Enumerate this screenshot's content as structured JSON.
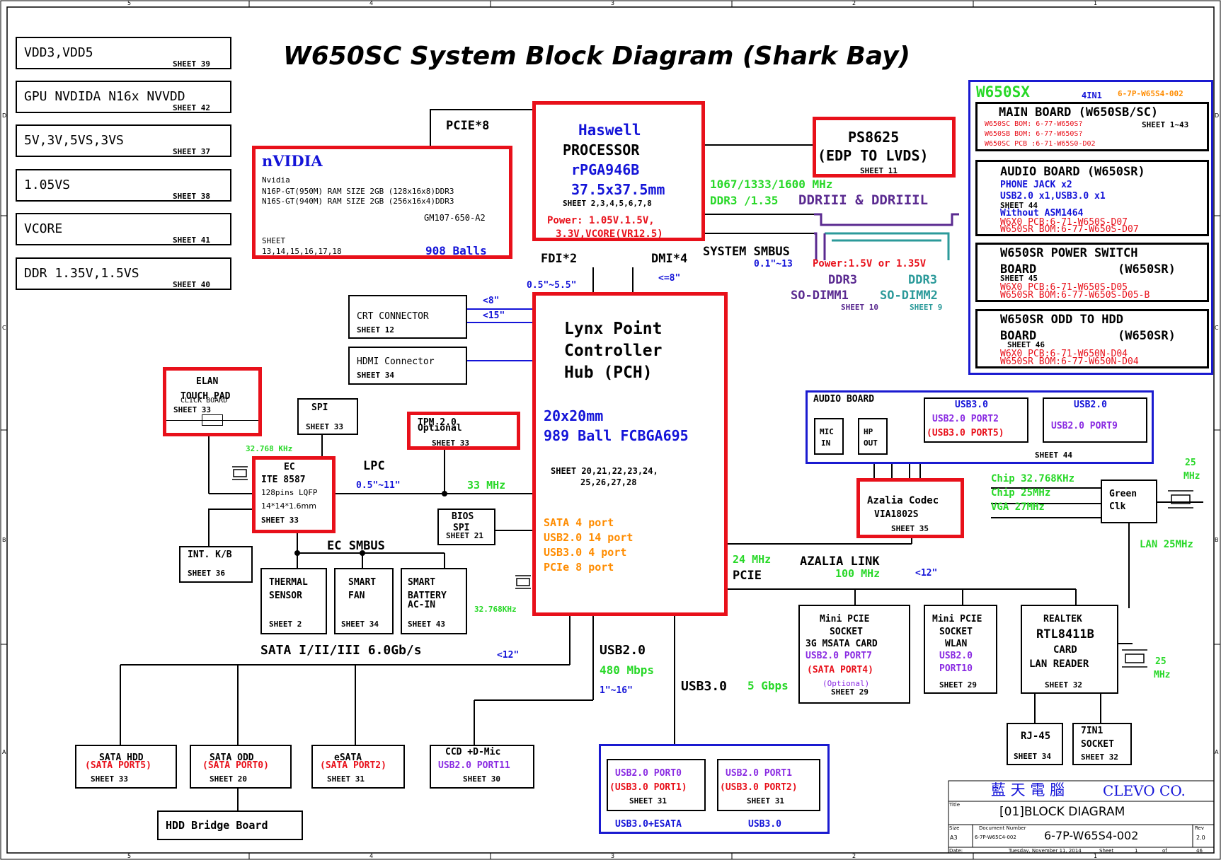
{
  "title": "W650SC System Block Diagram (Shark Bay)",
  "power": [
    {
      "label": "VDD3,VDD5",
      "sheet": "SHEET 39"
    },
    {
      "label": "GPU NVDIDA N16x NVVDD",
      "sheet": "SHEET 42"
    },
    {
      "label": "5V,3V,5VS,3VS",
      "sheet": "SHEET 37"
    },
    {
      "label": "1.05VS",
      "sheet": "SHEET 38"
    },
    {
      "label": "VCORE",
      "sheet": "SHEET 41"
    },
    {
      "label": "DDR 1.35V,1.5VS",
      "sheet": "SHEET 40"
    }
  ],
  "nvidia": {
    "title": "nVIDIA",
    "line1": "Nvidia",
    "line2": "N16P-GT(950M) RAM SIZE 2GB (128x16x8)DDR3",
    "line3": "N16S-GT(940M) RAM SIZE 2GB (256x16x4)DDR3",
    "line4": "GM107-650-A2",
    "sheet_label": "SHEET",
    "sheets": "13,14,15,16,17,18",
    "balls": "908 Balls"
  },
  "pcie8": "PCIE*8",
  "cpu": {
    "name": "Haswell",
    "line2": "PROCESSOR",
    "line3": "rPGA946B",
    "line4": "37.5x37.5mm",
    "sheets": "SHEET 2,3,4,5,6,7,8",
    "power1": "Power: 1.05V.1.5V,",
    "power2": "3.3V,VCORE(VR12.5)"
  },
  "fdi": "FDI*2",
  "dmi": "DMI*4",
  "dmi_len": "<=8\"",
  "fdi_len": "0.5\"~5.5\"",
  "ps8625": {
    "line1": "PS8625",
    "line2": "(EDP TO LVDS)",
    "sheet": "SHEET 11"
  },
  "mem": {
    "speed": "1067/1333/1600 MHz",
    "ddr3": "DDR3 /1.35",
    "ddrlabel": "DDRIII & DDRIIIL",
    "smbus": "SYSTEM SMBUS",
    "len": "0.1\"~13",
    "power": "Power:1.5V or 1.35V",
    "dimm1_a": "DDR3",
    "dimm1_b": "SO-DIMM1",
    "dimm1_sheet": "SHEET 10",
    "dimm2_a": "DDR3",
    "dimm2_b": "SO-DIMM2",
    "dimm2_sheet": "SHEET 9"
  },
  "model_box": {
    "title": "W650SX",
    "in1": "4IN1",
    "pcb": "6-7P-W65S4-002",
    "main_title": "MAIN BOARD (W650SB/SC)",
    "main_sheet": "SHEET 1~43",
    "main_l1": "W650SC  BOM: 6-77-W650S?",
    "main_l2": "W650SB  BOM: 6-77-W650S?",
    "main_l3": "W650SC PCB  :6-71-W65S0-D02",
    "audio_title": "AUDIO BOARD (W650SR)",
    "audio_l1": "PHONE JACK x2",
    "audio_l2": "USB2.0 x1,USB3.0 x1",
    "audio_sheet": "SHEET 44",
    "audio_l3": "Without ASM1464",
    "audio_l4": "W6X0   PCB:6-71-W650S-D07",
    "audio_l5": "W650SR BOM:6-77-W650S-D07",
    "psw_title": "W650SR POWER SWITCH",
    "psw_board": "BOARD",
    "psw_model": "(W650SR)",
    "psw_sheet": "SHEET 45",
    "psw_l1": "W6X0   PCB:6-71-W650S-D05",
    "psw_l2": "W650SR BOM:6-77-W650S-D05-B",
    "odd_title": "W650SR ODD TO HDD",
    "odd_board": "BOARD",
    "odd_model": "(W650SR)",
    "odd_sheet": "SHEET 46",
    "odd_l1": "W6X0   PCB:6-71-W650N-D04",
    "odd_l2": "W650SR BOM:6-77-W650N-D04"
  },
  "crt": {
    "label": "CRT CONNECTOR",
    "sheet": "SHEET 12",
    "len1": "<8\"",
    "len2": "<15\""
  },
  "hdmi": {
    "label": "HDMI Connector",
    "sheet": "SHEET 34"
  },
  "pch": {
    "l1": "Lynx Point",
    "l2": "Controller",
    "l3": "Hub (PCH)",
    "size": "20x20mm",
    "ball": "989 Ball FCBGA695",
    "sheets1": "SHEET 20,21,22,23,24,",
    "sheets2": "25,26,27,28",
    "f1": "SATA 4 port",
    "f2": "USB2.0 14 port",
    "f3": "USB3.0 4 port",
    "f4": "PCIe 8 port"
  },
  "elan": {
    "l1": "ELAN",
    "l2": "TOUCH PAD",
    "l3": "CLICK BOARD",
    "sheet": "SHEET 33"
  },
  "spi": {
    "label": "SPI",
    "sheet": "SHEET 33"
  },
  "tpm": {
    "l1": "TPM 2.0",
    "l2": "Optional",
    "sheet": "SHEET 33"
  },
  "ec": {
    "title": "EC",
    "l1": "ITE 8587",
    "l2": "128pins LQFP",
    "l3": "14*14*1.6mm",
    "sheet": "SHEET 33",
    "xtal": "32.768 KHz"
  },
  "lpc": {
    "label": "LPC",
    "len": "0.5\"~11\"",
    "clk": "33 MHz"
  },
  "bios": {
    "l1": "BIOS",
    "l2": "SPI",
    "sheet": "SHEET 21"
  },
  "kb": {
    "label": "INT. K/B",
    "sheet": "SHEET 36"
  },
  "ecsmbus": "EC SMBUS",
  "thermal": {
    "l1": "THERMAL",
    "l2": "SENSOR",
    "sheet": "SHEET 2"
  },
  "fan": {
    "l1": "SMART",
    "l2": "FAN",
    "sheet": "SHEET 34"
  },
  "battery": {
    "l1": "SMART",
    "l2": "BATTERY",
    "l3": "AC-IN",
    "sheet": "SHEET 43"
  },
  "pch_xtal": "32.768KHz",
  "sata_bus": {
    "label": "SATA I/II/III 6.0Gb/s",
    "len": "<12\""
  },
  "hdd": {
    "l1": "SATA HDD",
    "l2": "(SATA PORT5)",
    "sheet": "SHEET 33"
  },
  "odd": {
    "l1": "SATA ODD",
    "l2": "(SATA PORT0)",
    "sheet": "SHEET 20"
  },
  "esata": {
    "l1": "eSATA",
    "l2": "(SATA PORT2)",
    "sheet": "SHEET 31"
  },
  "ccd": {
    "l1": "CCD +D-Mic",
    "l2": "USB2.0 PORT11",
    "sheet": "SHEET 30"
  },
  "hdd_bridge": "HDD Bridge Board",
  "usb2": {
    "label": "USB2.0",
    "speed": "480 Mbps",
    "len": "1\"~16\""
  },
  "usb3": {
    "label": "USB3.0",
    "speed": "5 Gbps"
  },
  "usbports": {
    "p0a": "USB2.0 PORT0",
    "p0b": "(USB3.0 PORT1)",
    "p0s": "SHEET 31",
    "p1a": "USB2.0 PORT1",
    "p1b": "(USB3.0 PORT2)",
    "p1s": "SHEET 31",
    "cap1": "USB3.0+ESATA",
    "cap2": "USB3.0"
  },
  "audio_board": {
    "title": "AUDIO BOARD",
    "mic1": "MIC",
    "mic2": "IN",
    "hp1": "HP",
    "hp2": "OUT",
    "u3_title": "USB3.0",
    "u3_l1": "USB2.0 PORT2",
    "u3_l2": "(USB3.0 PORT5)",
    "u2_title": "USB2.0",
    "u2_l1": "USB2.0 PORT9",
    "sheet": "SHEET 44"
  },
  "codec": {
    "l1": "Azalia Codec",
    "l2": "VIA1802S",
    "sheet": "SHEET 35"
  },
  "clk": {
    "c1": "Chip 32.768KHz",
    "c2": "Chip 25MHz",
    "c3": "VGA 27MHz",
    "l1": "Green",
    "l2": "Clk",
    "x1": "25",
    "x2": "MHz",
    "lan": "LAN 25MHz"
  },
  "azalia": {
    "clk": "24 MHz",
    "label": "AZALIA LINK",
    "pcie": "PCIE",
    "pcie_clk": "100 MHz",
    "len": "<12\""
  },
  "mpcie1": {
    "l1": "Mini PCIE",
    "l2": "SOCKET",
    "l3": "3G MSATA CARD",
    "l4": "USB2.0 PORT7",
    "l5": "(SATA PORT4)",
    "l6": "(Optional)",
    "sheet": "SHEET 29"
  },
  "mpcie2": {
    "l1": "Mini PCIE",
    "l2": "SOCKET",
    "l3": "WLAN",
    "l4": "USB2.0",
    "l5": "PORT10",
    "sheet": "SHEET 29"
  },
  "realtek": {
    "l1": "REALTEK",
    "l2": "RTL8411B",
    "l3": "CARD",
    "l4": "LAN READER",
    "sheet": "SHEET 32",
    "x1": "25",
    "x2": "MHz"
  },
  "rj45": {
    "label": "RJ-45",
    "sheet": "SHEET 34"
  },
  "in7": {
    "l1": "7IN1",
    "l2": "SOCKET",
    "sheet": "SHEET 32"
  },
  "titleblock": {
    "chinese": "藍 天 電 腦",
    "company": "CLEVO CO.",
    "title_lbl": "Title",
    "title": "[01]BLOCK DIAGRAM",
    "size_lbl": "Size",
    "size": "A3",
    "docnum_lbl": "Document Number",
    "docnum_small": "6-7P-W65C4-002",
    "docnum": "6-7P-W65S4-002",
    "rev_lbl": "Rev",
    "rev": "2.0",
    "date_lbl": "Date:",
    "date": "Tuesday, November 11, 2014",
    "sheet_lbl": "Sheet",
    "sheet": "1",
    "of": "of",
    "total": "46"
  },
  "border": {
    "cols": [
      "5",
      "4",
      "3",
      "2",
      "1"
    ],
    "rows": [
      "D",
      "C",
      "B",
      "A"
    ]
  }
}
